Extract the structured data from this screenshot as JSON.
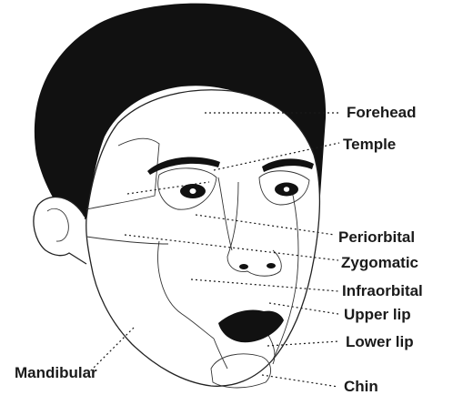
{
  "labels": {
    "forehead": "Forehead",
    "temple": "Temple",
    "periorbital": "Periorbital",
    "zygomatic": "Zygomatic",
    "infraorbital": "Infraorbital",
    "upper_lip": "Upper lip",
    "lower_lip": "Lower lip",
    "mandibular": "Mandibular",
    "chin": "Chin"
  },
  "colors": {
    "ink": "#111111",
    "background": "#ffffff"
  }
}
